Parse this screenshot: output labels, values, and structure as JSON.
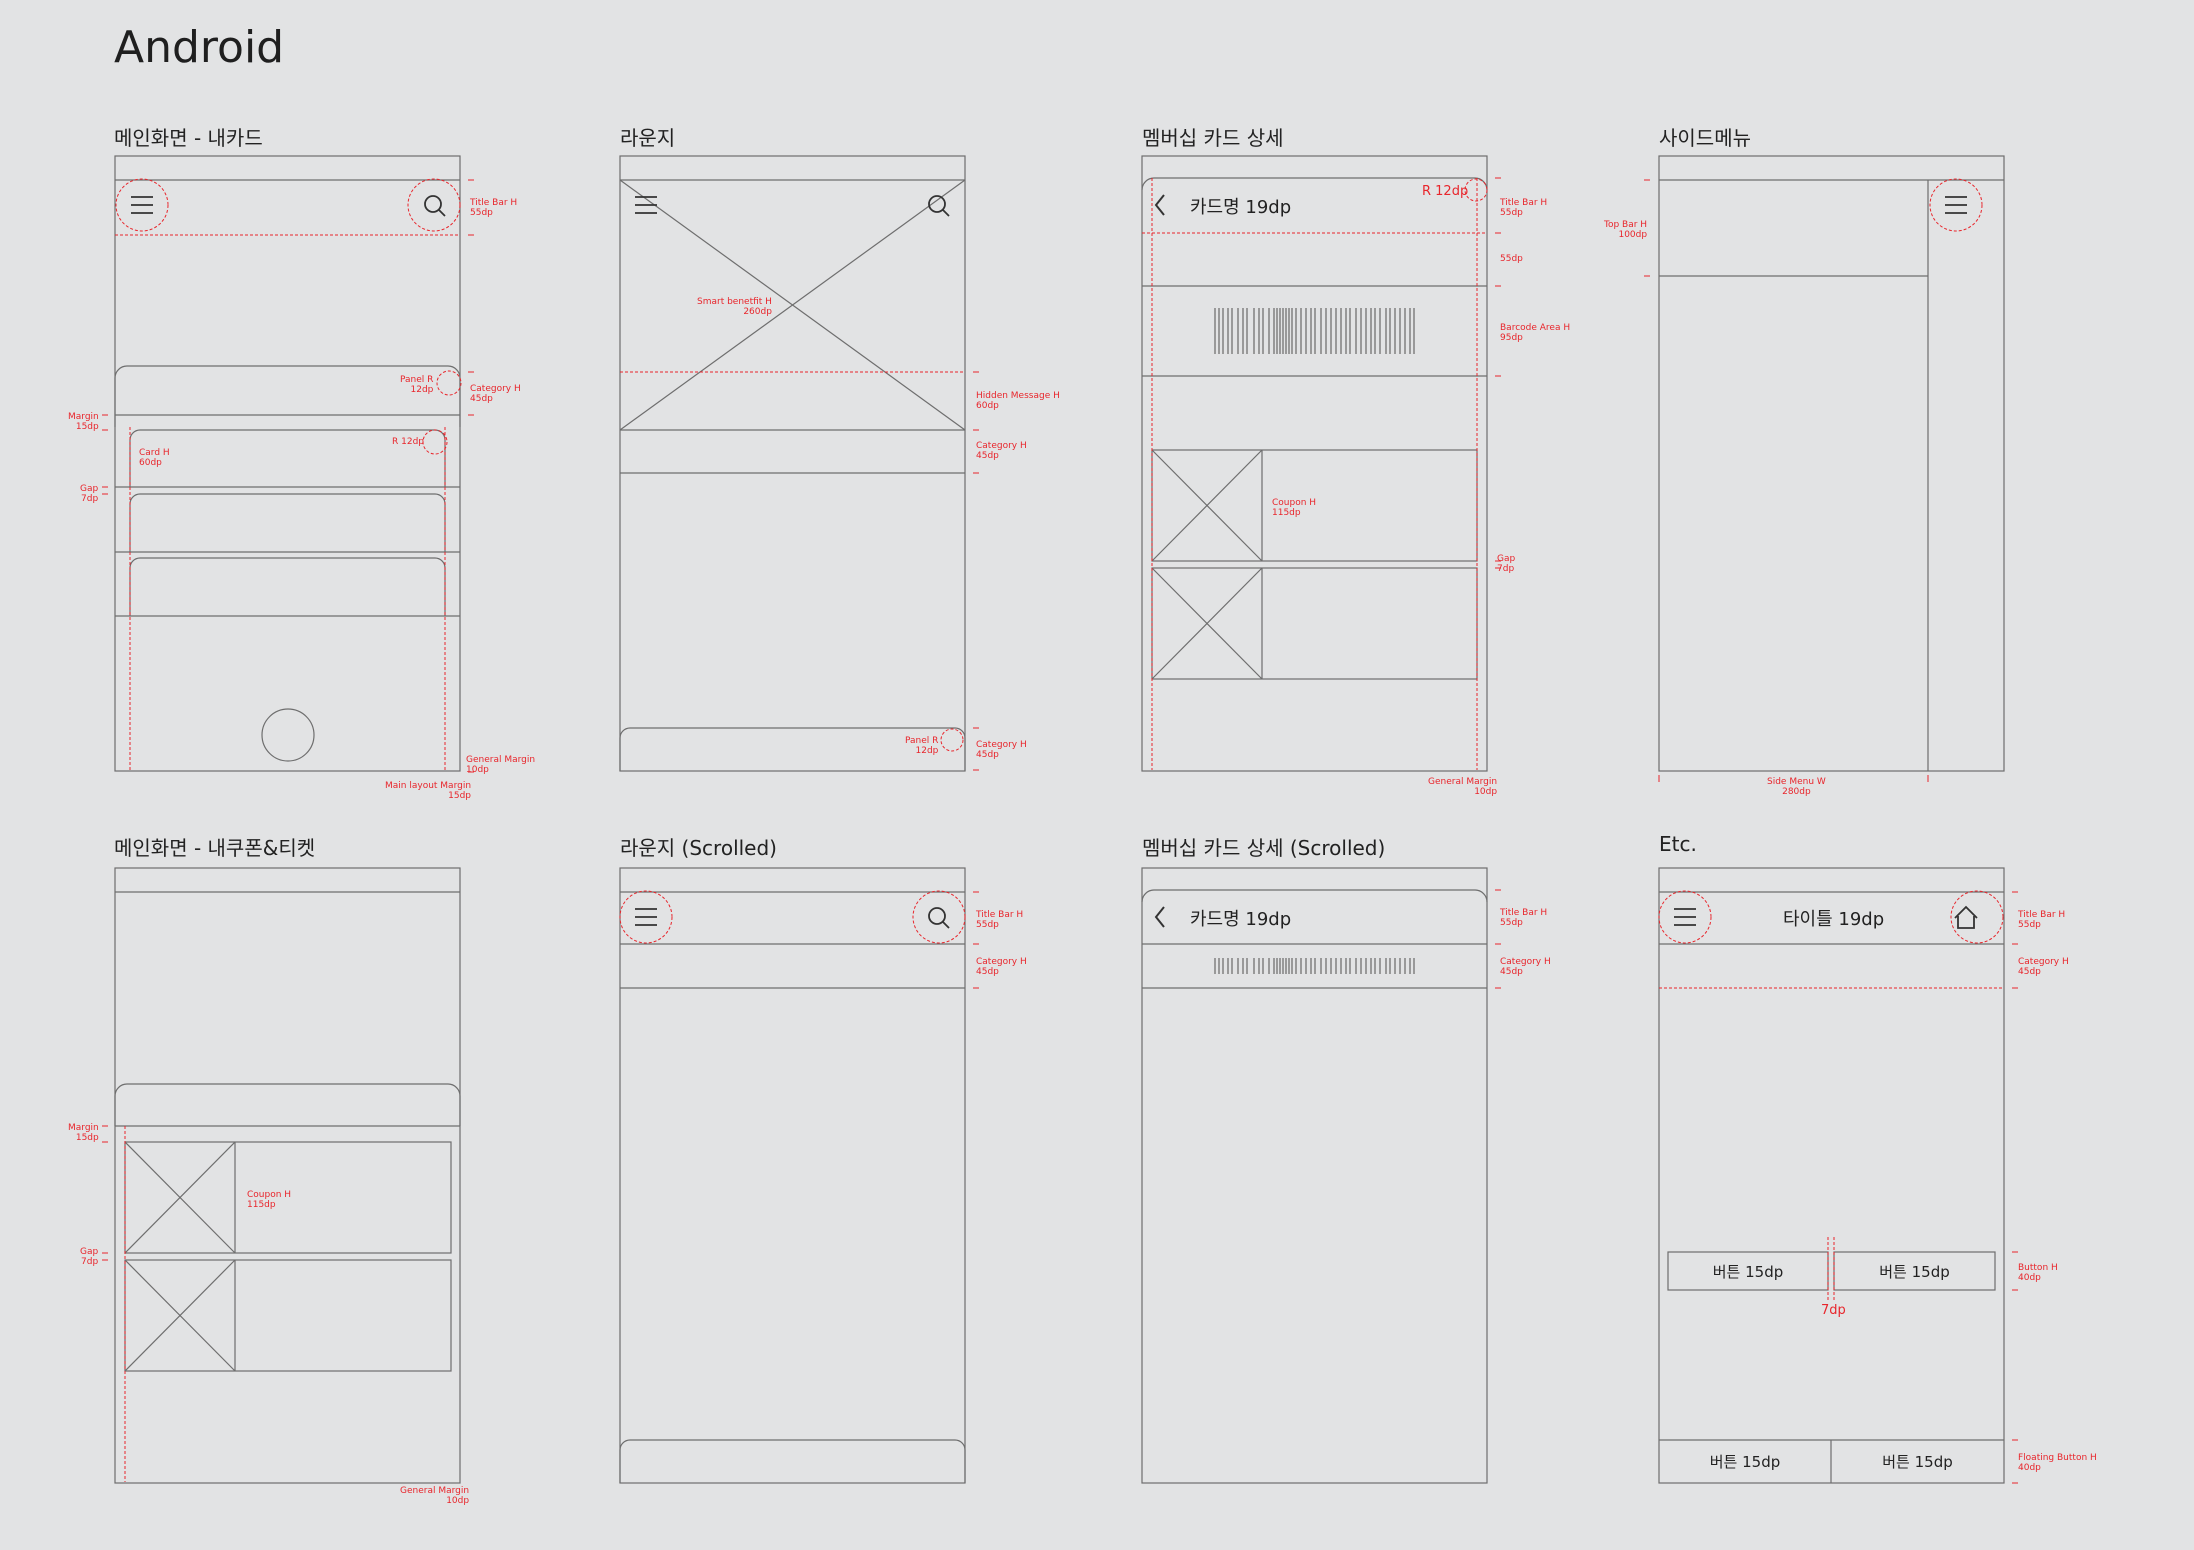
{
  "title": "Android",
  "screens": {
    "main_card": {
      "label": "메인화면 - 내카드",
      "ann": {
        "title_bar": [
          "Title Bar H",
          "55dp"
        ],
        "panel_r": [
          "Panel R",
          "12dp"
        ],
        "category": [
          "Category H",
          "45dp"
        ],
        "margin": [
          "Margin",
          "15dp"
        ],
        "card_h": [
          "Card H",
          "60dp"
        ],
        "r12": [
          "R 12dp"
        ],
        "gap": [
          "Gap",
          "7dp"
        ],
        "general_margin": [
          "General Margin",
          "10dp"
        ],
        "main_layout_margin": [
          "Main layout Margin",
          "15dp"
        ]
      }
    },
    "lounge": {
      "label": "라운지",
      "ann": {
        "smart_benefit": [
          "Smart benetfit H",
          "260dp"
        ],
        "hidden_message": [
          "Hidden Message H",
          "60dp"
        ],
        "category": [
          "Category H",
          "45dp"
        ],
        "panel_r": [
          "Panel R",
          "12dp"
        ],
        "category_bottom": [
          "Category H",
          "45dp"
        ]
      }
    },
    "membership": {
      "label": "멤버십 카드 상세",
      "header_title": "카드명 19dp",
      "r12": "R 12dp",
      "ann": {
        "title_bar": [
          "Title Bar H",
          "55dp"
        ],
        "dp55": [
          "55dp"
        ],
        "barcode": [
          "Barcode Area H",
          "95dp"
        ],
        "coupon": [
          "Coupon H",
          "115dp"
        ],
        "gap": [
          "Gap",
          "7dp"
        ],
        "general_margin": [
          "General Margin",
          "10dp"
        ]
      }
    },
    "side_menu": {
      "label": "사이드메뉴",
      "ann": {
        "top_bar": [
          "Top Bar H",
          "100dp"
        ],
        "side_menu_w": [
          "Side Menu W",
          "280dp"
        ]
      }
    },
    "main_coupon": {
      "label": "메인화면 - 내쿠폰&티켓",
      "ann": {
        "margin": [
          "Margin",
          "15dp"
        ],
        "coupon": [
          "Coupon H",
          "115dp"
        ],
        "gap": [
          "Gap",
          "7dp"
        ],
        "general_margin": [
          "General Margin",
          "10dp"
        ]
      }
    },
    "lounge_scrolled": {
      "label": "라운지 (Scrolled)",
      "ann": {
        "title_bar": [
          "Title Bar H",
          "55dp"
        ],
        "category": [
          "Category H",
          "45dp"
        ]
      }
    },
    "membership_scrolled": {
      "label": "멤버십 카드 상세 (Scrolled)",
      "header_title": "카드명 19dp",
      "ann": {
        "title_bar": [
          "Title Bar H",
          "55dp"
        ],
        "category": [
          "Category H",
          "45dp"
        ]
      }
    },
    "etc": {
      "label": "Etc.",
      "header_title": "타이틀 19dp",
      "button_left": "버튼 15dp",
      "button_right": "버튼 15dp",
      "gap": "7dp",
      "floating_left": "버튼 15dp",
      "floating_right": "버튼 15dp",
      "ann": {
        "title_bar": [
          "Title Bar H",
          "55dp"
        ],
        "category": [
          "Category H",
          "45dp"
        ],
        "button": [
          "Button H",
          "40dp"
        ],
        "floating": [
          "Floating Button H",
          "40dp"
        ]
      }
    }
  },
  "colors": {
    "annotation": "#e8262c",
    "line": "#6e6e6e",
    "background": "#e2e3e4"
  }
}
